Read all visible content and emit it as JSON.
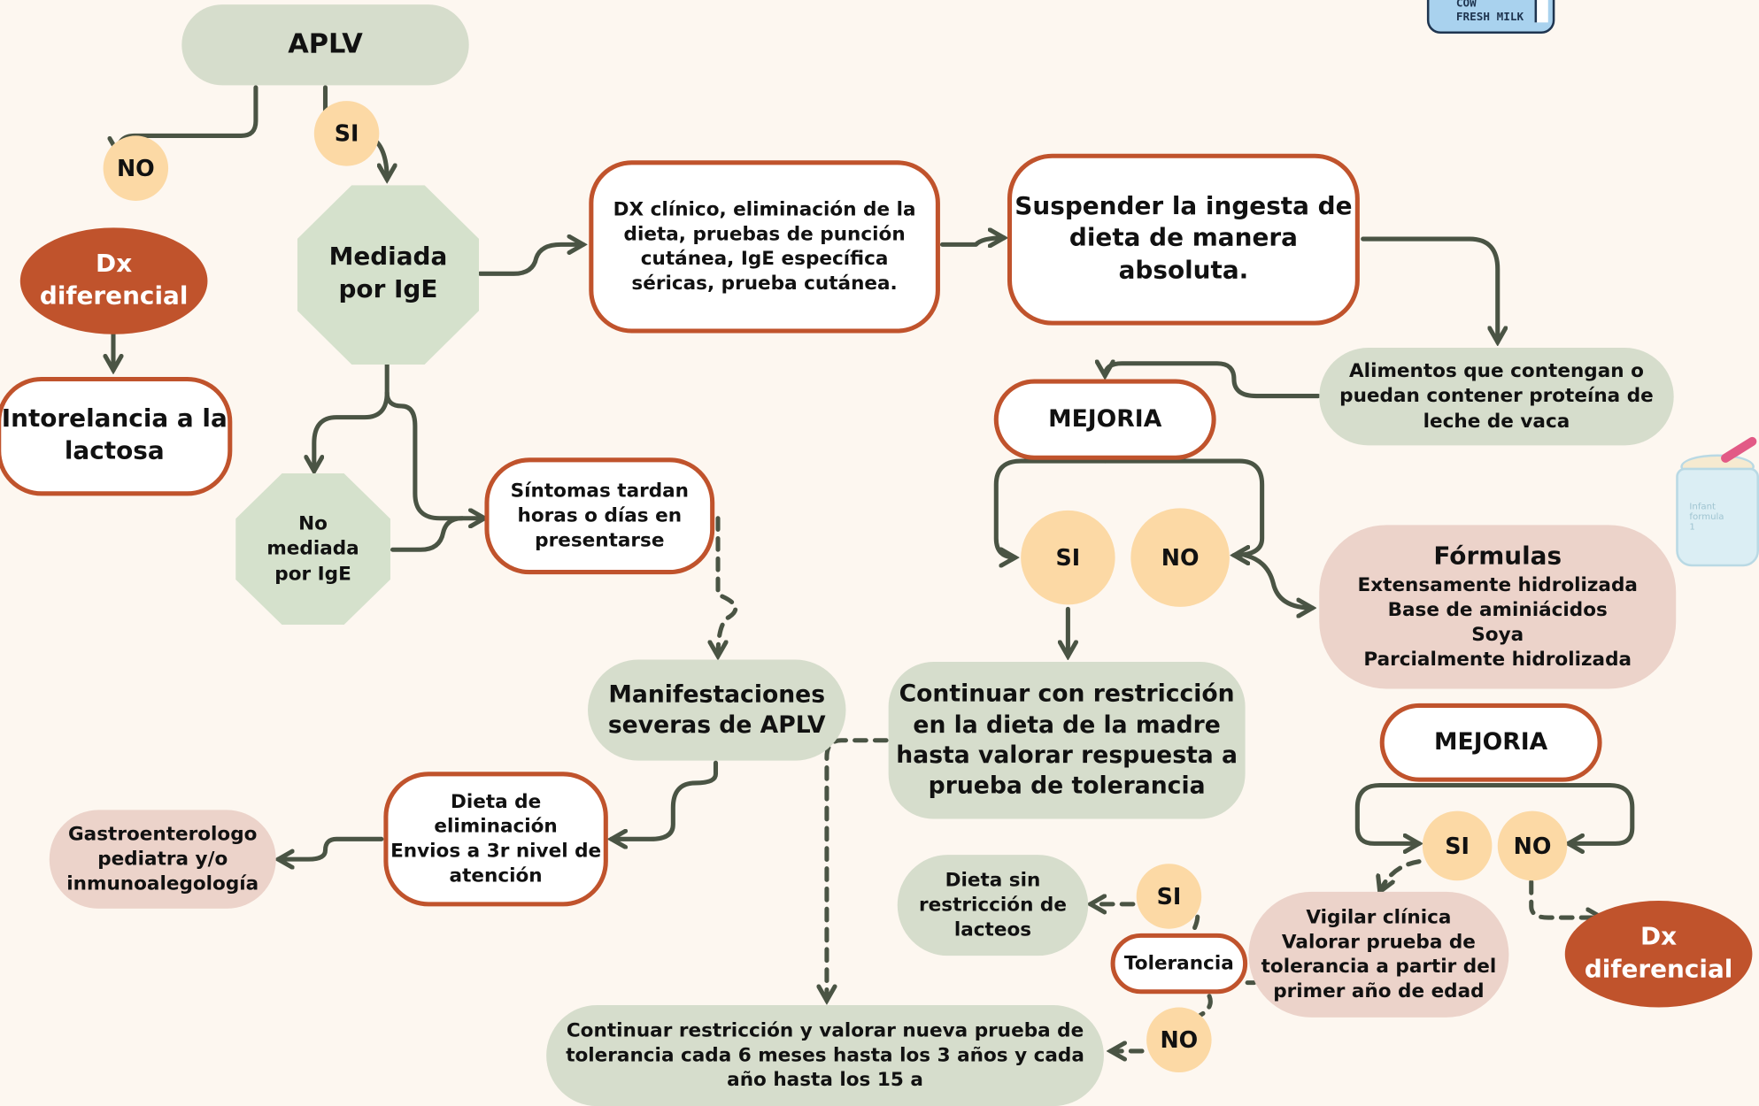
{
  "nodes": {
    "aplv": "APLV",
    "si_top": "SI",
    "no_top": "NO",
    "dx_diferencial_left": "Dx\ndiferencial",
    "intolerancia": "Intorelancia a la\nlactosa",
    "mediada_ige": "Mediada\npor IgE",
    "no_mediada_ige": "No\nmediada\npor IgE",
    "dx_clinico": "DX clínico, eliminación de la\ndieta, pruebas de punción\ncutánea, IgE específica\nséricas, prueba cutánea.",
    "suspender": "Suspender la ingesta de\ndieta de manera\nabsoluta.",
    "alimentos": "Alimentos que contengan o\npuedan contener proteína de\nleche de vaca",
    "mejoria_1": "MEJORIA",
    "si_mejoria_1": "SI",
    "no_mejoria_1": "NO",
    "formulas_title": "Fórmulas",
    "formulas_items": "Extensamente hidrolizada\nBase de aminiácidos\nSoya\nParcialmente hidrolizada",
    "sintomas": "Síntomas tardan\nhoras o días en\npresentarse",
    "manifestaciones": "Manifestaciones\nseveras de APLV",
    "continuar_restriccion": "Continuar con restricción\nen la dieta de la madre\nhasta valorar respuesta a\nprueba de tolerancia",
    "dieta_eliminacion": "Dieta de\neliminación\nEnvios a 3r nivel de\natención",
    "gastro": "Gastroenterologo\npediatra y/o\ninmunoalegología",
    "mejoria_2": "MEJORIA",
    "si_mejoria_2": "SI",
    "no_mejoria_2": "NO",
    "vigilar": "Vigilar clínica\nValorar prueba de\ntolerancia a partir del\nprimer año de edad",
    "dx_diferencial_right": "Dx\ndiferencial",
    "dieta_sin": "Dieta sin\nrestricción de\nlacteos",
    "si_tolerancia": "SI",
    "tolerancia": "Tolerancia",
    "no_tolerancia": "NO",
    "continuar_nueva": "Continuar restricción y valorar nueva prueba de\ntolerancia cada 6 meses hasta los 3 años y cada\naño hasta los 15 a"
  },
  "images": {
    "milk_carton_text": "COW\nFRESH MILK",
    "formula_can_text": "Infant\nformula\n1"
  },
  "colors": {
    "background": "#fdf7f0",
    "sage": "#d6ddcc",
    "peach": "#fcd9a5",
    "rust": "#c0532c",
    "pink": "#ecd3ca",
    "arrow": "#4a5444"
  }
}
